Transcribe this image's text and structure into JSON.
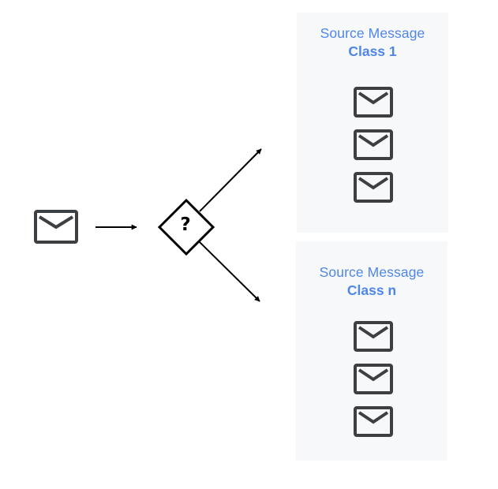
{
  "classes": [
    {
      "title": "Source Message",
      "subtitle": "Class 1"
    },
    {
      "title": "Source Message",
      "subtitle": "Class n"
    }
  ],
  "decision": {
    "symbol": "?"
  },
  "icons": {
    "message": "envelope-icon",
    "router": "decision-diamond"
  },
  "colors": {
    "panel_background": "#f7f8fa",
    "label": "#4f86e8",
    "icon": "#3c4043",
    "arrow": "#000000"
  }
}
